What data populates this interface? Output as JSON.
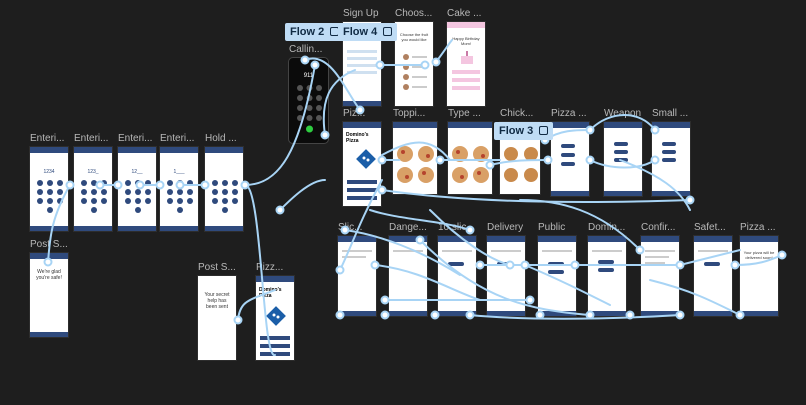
{
  "colors": {
    "canvas_bg": "#1e1e1e",
    "frame_header": "#2f4a7d",
    "connector": "#a8d4f5",
    "flow_label_bg": "#bfdcf5",
    "frame_title": "#b8b8b8"
  },
  "flow_labels": [
    {
      "id": "flow2",
      "text": "Flow 2"
    },
    {
      "id": "flow4",
      "text": "Flow 4"
    },
    {
      "id": "flow3",
      "text": "Flow 3"
    }
  ],
  "frames": {
    "enter1": {
      "title": "Enteri...",
      "value": "1234"
    },
    "enter2": {
      "title": "Enteri...",
      "value": "123_"
    },
    "enter3": {
      "title": "Enteri...",
      "value": "12__"
    },
    "enter4": {
      "title": "Enteri...",
      "value": "1___"
    },
    "hold": {
      "title": "Hold ..."
    },
    "post1": {
      "title": "Post S...",
      "text": "We're glad you're safe!"
    },
    "calling": {
      "title": "Callin...",
      "number": "911"
    },
    "post2": {
      "title": "Post S...",
      "text": "Your secret help has been sent"
    },
    "pizza_bottom": {
      "title": "Pizz...",
      "brand": "Domino's Pizza"
    },
    "signup": {
      "title": "Sign Up"
    },
    "choose": {
      "title": "Choos...",
      "text": "Choose the fruit you would like"
    },
    "cake": {
      "title": "Cake ...",
      "text": "Happy Birthday Mom!"
    },
    "pizza_main": {
      "title": "Piz...",
      "brand": "Domino's Pizza"
    },
    "toppings": {
      "title": "Toppi..."
    },
    "type": {
      "title": "Type ..."
    },
    "chicken": {
      "title": "Chick..."
    },
    "pizza_size": {
      "title": "Pizza ..."
    },
    "weapon": {
      "title": "Weapon"
    },
    "small": {
      "title": "Small ..."
    },
    "slices": {
      "title": "Slic..."
    },
    "danger": {
      "title": "Dange..."
    },
    "ten_slices": {
      "title": "10 slic..."
    },
    "delivery": {
      "title": "Delivery"
    },
    "public": {
      "title": "Public"
    },
    "domino": {
      "title": "Domin..."
    },
    "confirm": {
      "title": "Confir..."
    },
    "safety": {
      "title": "Safet..."
    },
    "pizza_end": {
      "title": "Pizza ...",
      "text": "Your pizza will be delivered soon!"
    }
  }
}
